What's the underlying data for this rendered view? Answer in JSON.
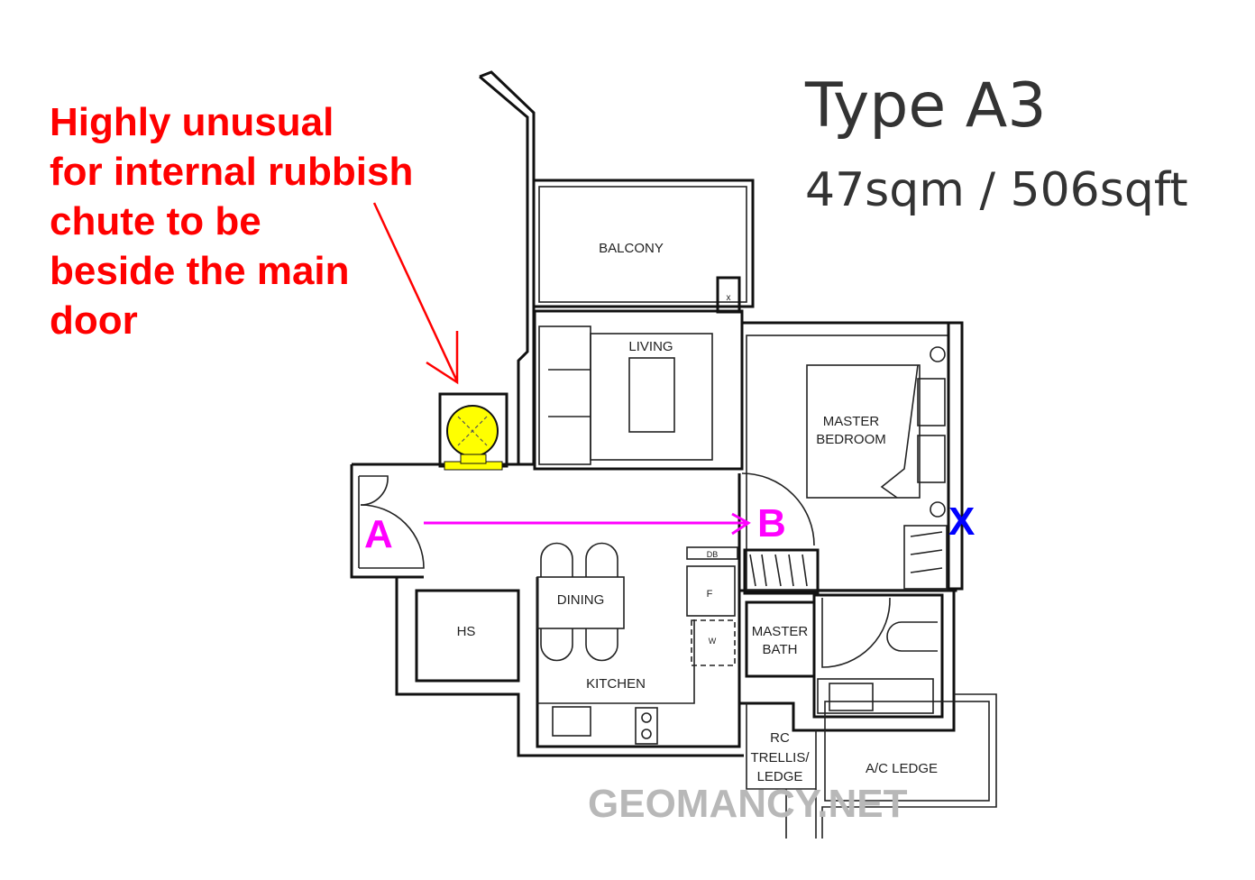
{
  "annotation": {
    "lines": [
      "Highly unusual",
      "for internal rubbish",
      "chute to be",
      "beside the main",
      "door"
    ],
    "color": "#ff0000"
  },
  "unit": {
    "type": "Type A3",
    "area": "47sqm / 506sqft"
  },
  "rooms": {
    "balcony": "BALCONY",
    "living": "LIVING",
    "master_bedroom": [
      "MASTER",
      "BEDROOM"
    ],
    "hs": "HS",
    "dining": "DINING",
    "kitchen": "KITCHEN",
    "master_bath": [
      "MASTER",
      "BATH"
    ],
    "rc_trellis": [
      "RC",
      "TRELLIS/",
      "LEDGE"
    ],
    "ac_ledge": "A/C LEDGE",
    "db": "DB",
    "fridge": "F",
    "washer": "W"
  },
  "markers": {
    "a": "A",
    "b": "B",
    "x": "X",
    "arrow_color": "#ff00ff",
    "x_color": "#0000ff",
    "chute_color": "#ffff00"
  },
  "watermark": "GEOMANCY.NET"
}
